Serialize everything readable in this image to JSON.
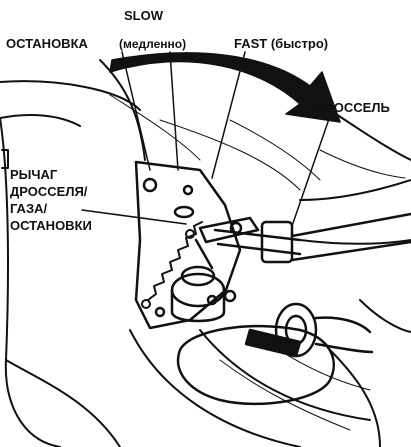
{
  "labels": {
    "slow": "SLOW",
    "stop": "ОСТАНОВКА",
    "slow_ru": "(медленно)",
    "fast": "FAST (быстро)",
    "throttle": "ДРОССЕЛЬ",
    "lever_line1": "РЫЧАГ",
    "lever_line2": "ДРОССЕЛЯ/",
    "lever_line3": "ГАЗА/",
    "lever_line4": "ОСТАНОВКИ"
  },
  "colors": {
    "ink": "#111111",
    "paper": "#ffffff"
  },
  "icons": {
    "direction_arrow": "curved-arrow-icon"
  }
}
